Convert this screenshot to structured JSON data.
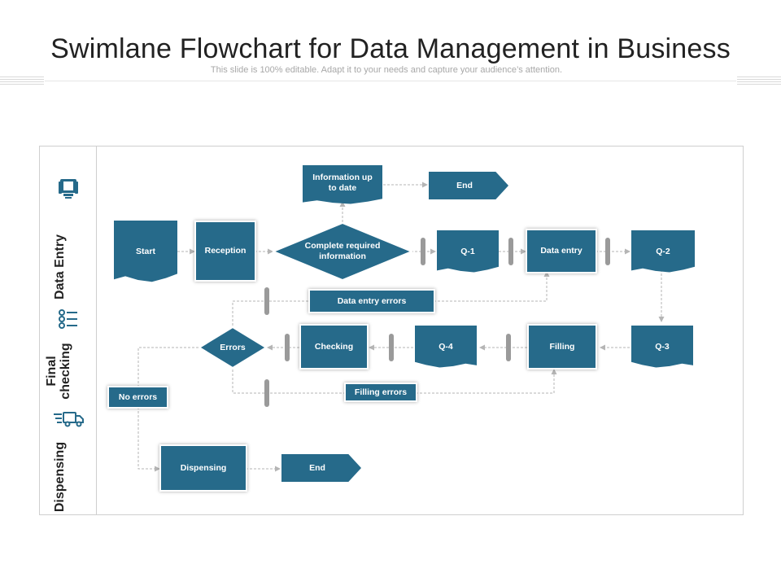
{
  "header": {
    "title": "Swimlane Flowchart for Data Management in Business",
    "subtitle": "This slide is 100% editable. Adapt it to your needs and capture your audience’s attention."
  },
  "lanes": {
    "data_entry": "Data Entry",
    "final_checking_1": "Final",
    "final_checking_2": "checking",
    "dispensing": "Dispensing"
  },
  "nodes": {
    "start": "Start",
    "reception": "Reception",
    "complete_info_1": "Complete required",
    "complete_info_2": "information",
    "info_up_1": "Information up",
    "info_up_2": "to date",
    "end_top": "End",
    "q1": "Q-1",
    "data_entry": "Data entry",
    "q2": "Q-2",
    "data_entry_errors": "Data entry errors",
    "errors": "Errors",
    "checking": "Checking",
    "q4": "Q-4",
    "filling": "Filling",
    "q3": "Q-3",
    "filling_errors": "Filling errors",
    "no_errors": "No errors",
    "dispensing": "Dispensing",
    "end_bottom": "End"
  },
  "icons": {
    "data_entry": "computer-icon",
    "final_checking": "checklist-icon",
    "dispensing": "delivery-truck-icon"
  },
  "colors": {
    "node_fill": "#266a8a",
    "connector": "#b5b5b5",
    "bar": "#9a9a9a"
  }
}
